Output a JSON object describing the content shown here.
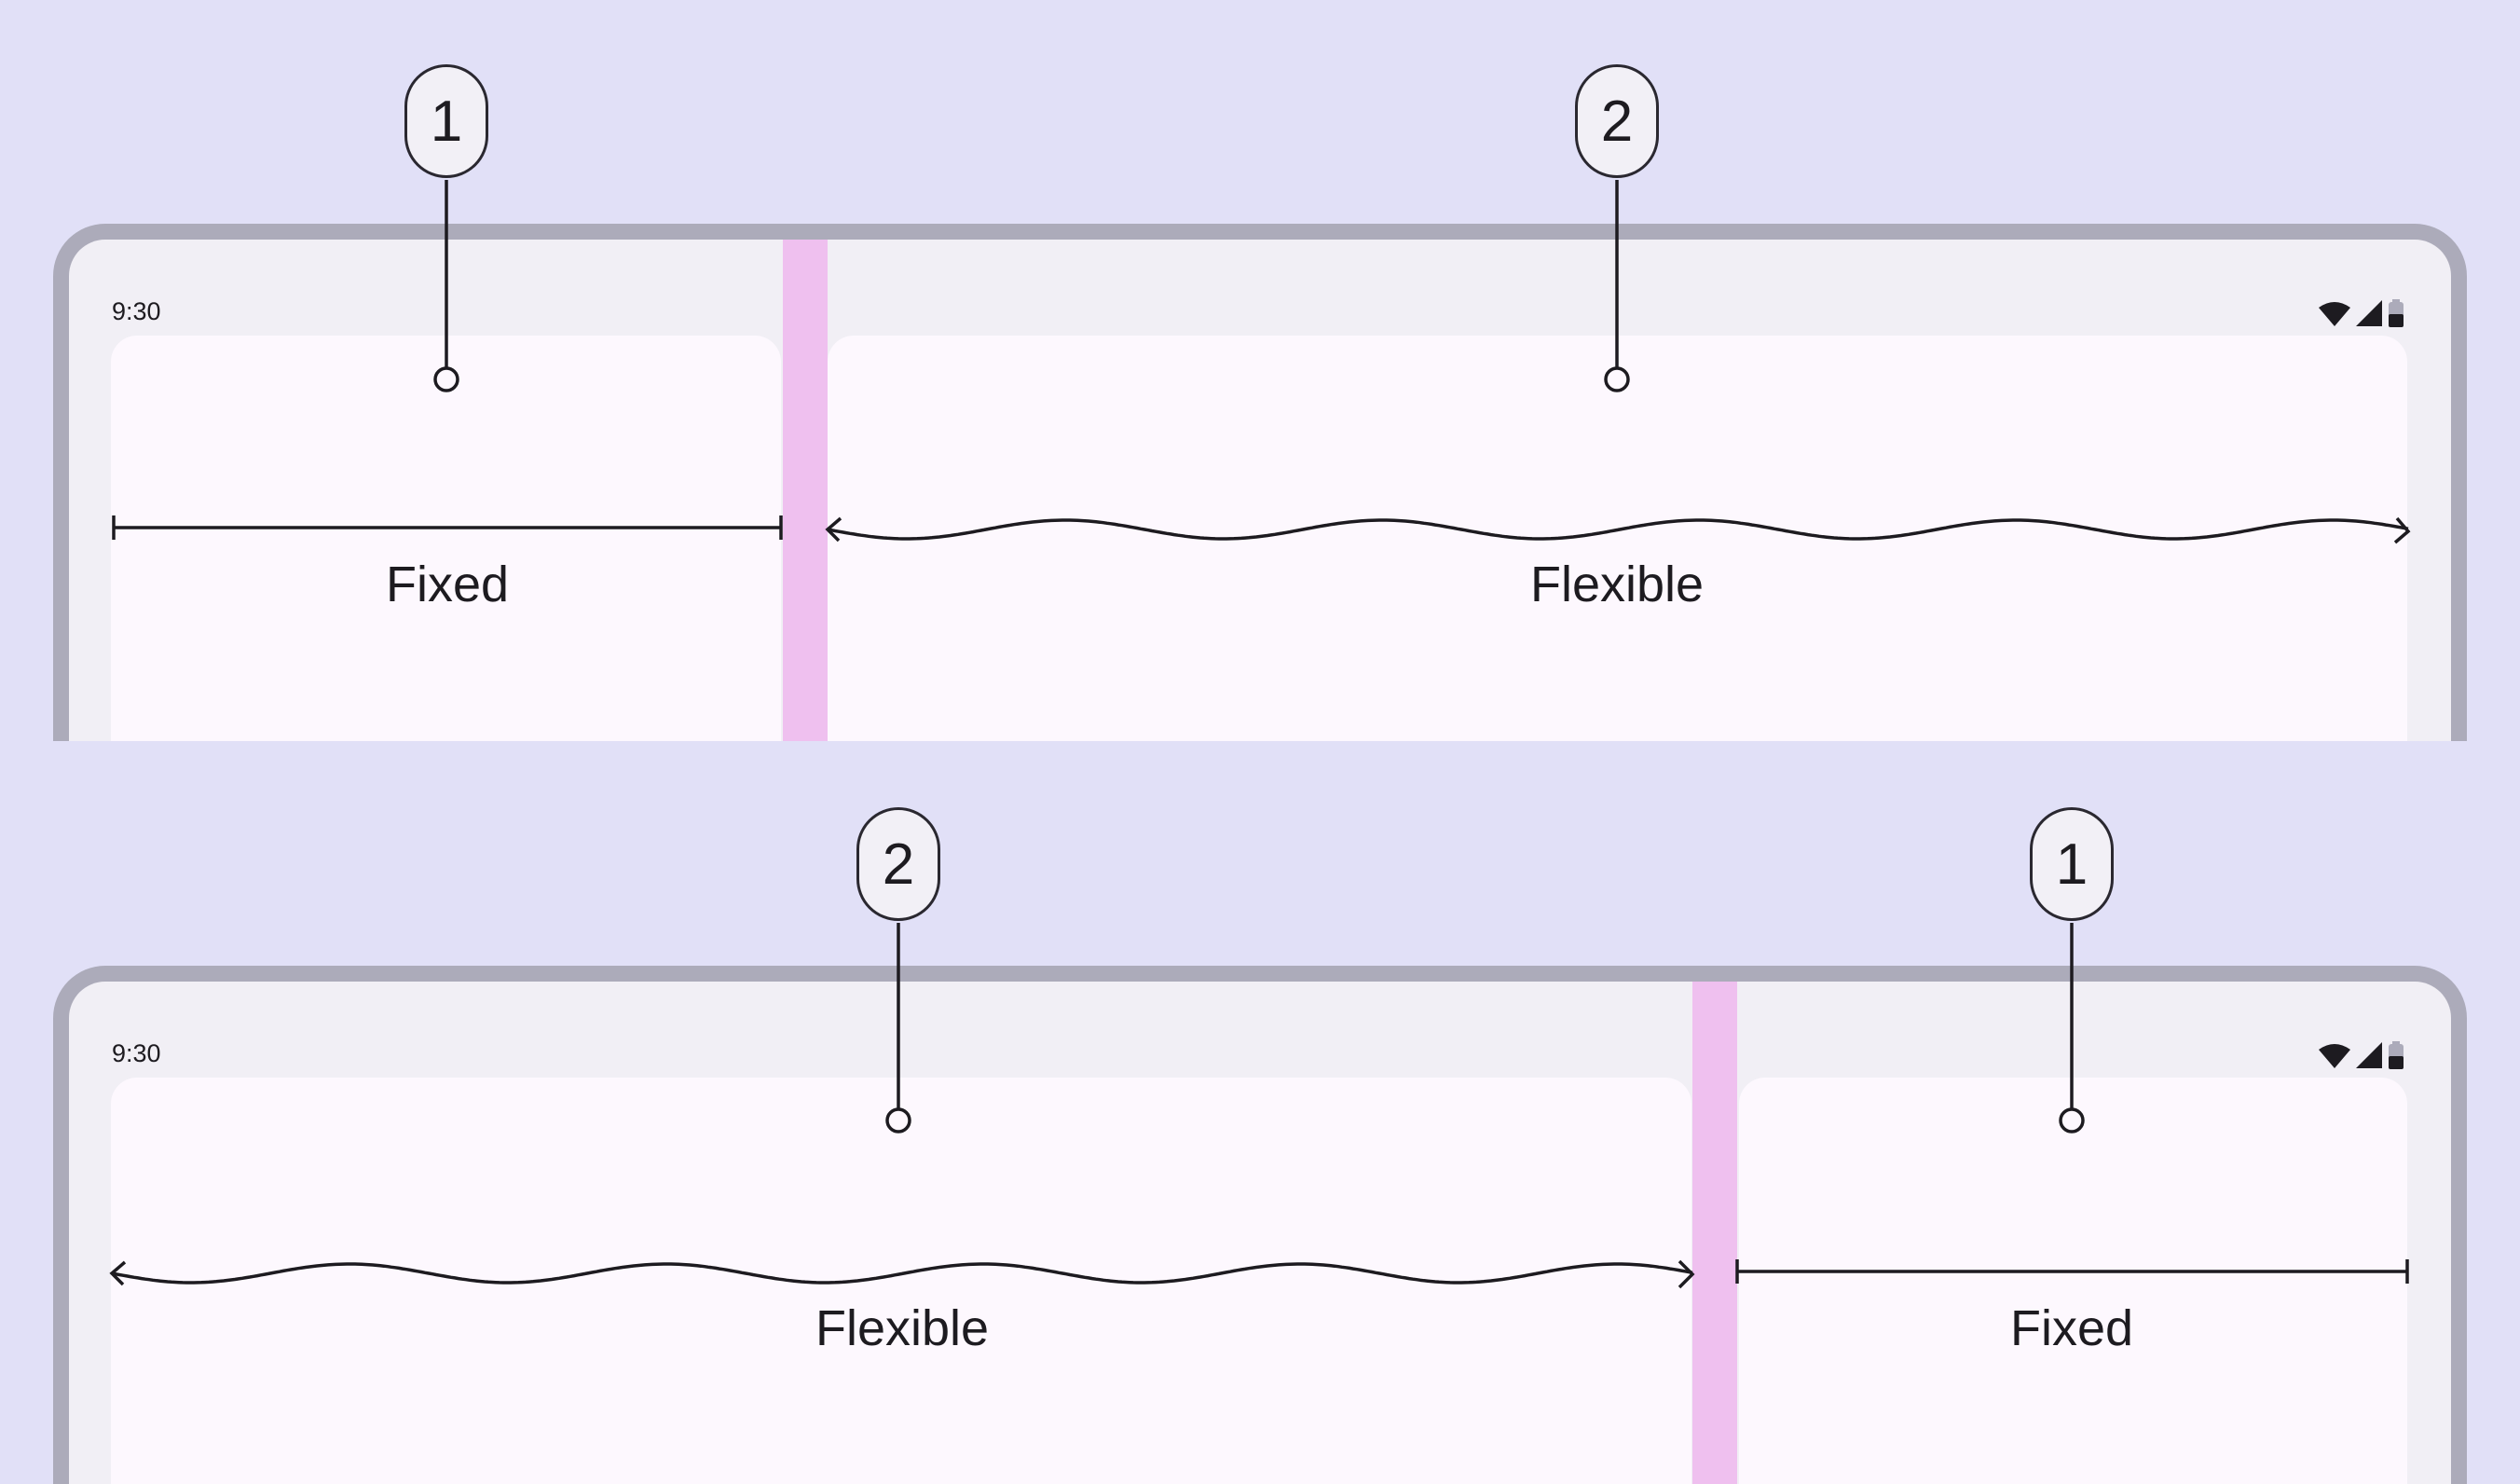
{
  "top_layout": {
    "status_time": "9:30",
    "left_pane": {
      "badge": "1",
      "label": "Fixed"
    },
    "right_pane": {
      "badge": "2",
      "label": "Flexible"
    }
  },
  "bottom_layout": {
    "status_time": "9:30",
    "left_pane": {
      "badge": "2",
      "label": "Flexible"
    },
    "right_pane": {
      "badge": "1",
      "label": "Fixed"
    }
  },
  "icons": [
    "wifi-icon",
    "cellular-signal-icon",
    "battery-icon"
  ],
  "colors": {
    "background": "#e1e0f7",
    "frame": "#acabba",
    "pane": "#fdf8fe",
    "divider": "#efc0ef",
    "ink": "#1d1b20"
  }
}
